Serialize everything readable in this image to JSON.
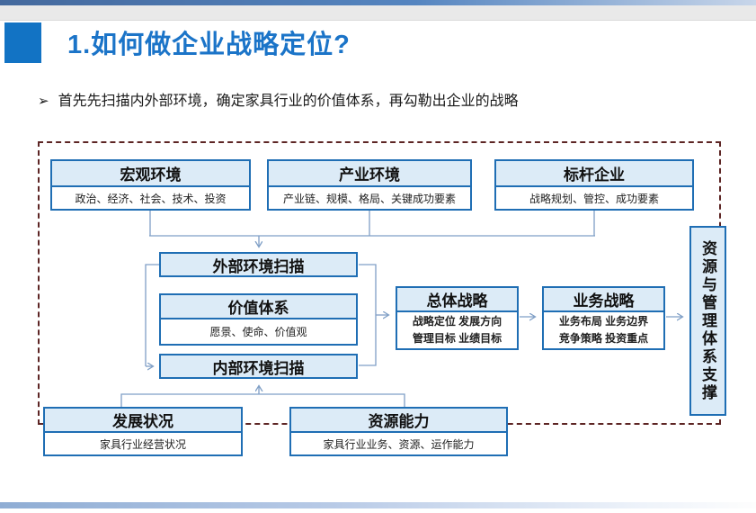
{
  "slide": {
    "title": "1.如何做企业战略定位?",
    "bullet_marker": "➢",
    "bullet_text": "首先先扫描内外部环境，确定家具行业的价值体系，再勾勒出企业的战略"
  },
  "colors": {
    "accent_border_blue": "#1f6eb4",
    "header_fill_blue": "#dcebf7",
    "title_blue": "#1b74c8",
    "top_bar_blue": "#4f81bd",
    "title_square_blue": "#1273c4",
    "dashed_frame_maroon": "#5d2524",
    "connector_blue": "#7f9fc6"
  },
  "diagram": {
    "top_boxes": [
      {
        "title": "宏观环境",
        "detail": "政治、经济、社会、技术、投资"
      },
      {
        "title": "产业环境",
        "detail": "产业链、规模、格局、关键成功要素"
      },
      {
        "title": "标杆企业",
        "detail": "战略规划、管控、成功要素"
      }
    ],
    "scan": {
      "external_label": "外部环境扫描",
      "values_title": "价值体系",
      "values_detail": "愿景、使命、价值观",
      "internal_label": "内部环境扫描"
    },
    "strategy_boxes": [
      {
        "title": "总体战略",
        "line1": "战略定位 发展方向",
        "line2": "管理目标 业绩目标"
      },
      {
        "title": "业务战略",
        "line1": "业务布局 业务边界",
        "line2": "竞争策略 投资重点"
      }
    ],
    "bottom_boxes": [
      {
        "title": "发展状况",
        "detail": "家具行业经营状况"
      },
      {
        "title": "资源能力",
        "detail": "家具行业业务、资源、运作能力"
      }
    ],
    "side_box_label": "资源与管理体系支撑"
  }
}
